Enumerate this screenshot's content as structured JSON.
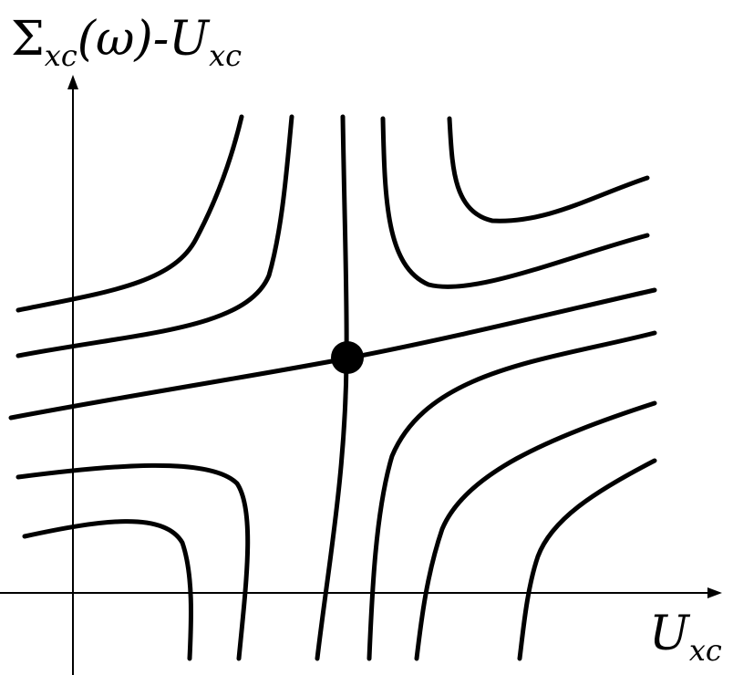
{
  "diagram": {
    "y_axis_label": {
      "main": "Σ",
      "sub1": "xc",
      "mid": "(ω)-U",
      "sub2": "xc"
    },
    "x_axis_label": {
      "main": "U",
      "sub": "xc"
    },
    "colors": {
      "line": "#000000",
      "background": "#ffffff"
    }
  }
}
